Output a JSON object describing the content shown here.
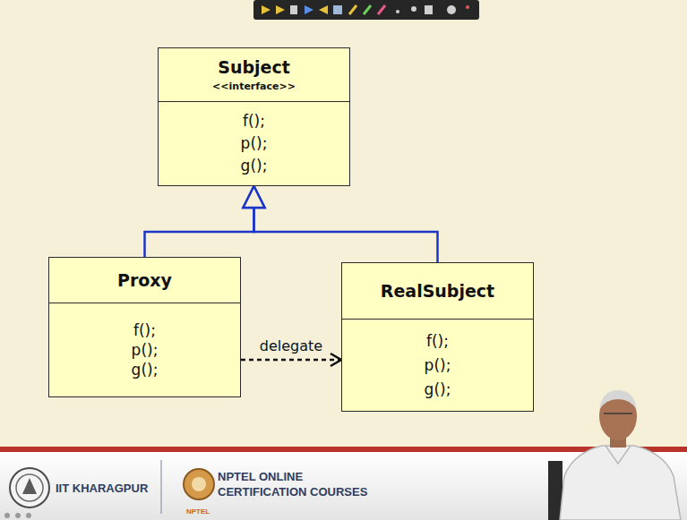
{
  "diagram": {
    "nodes": [
      {
        "text": [
          "Subject",
          "<<interface>>",
          "f(); p(); g();"
        ]
      },
      {
        "text": [
          "Proxy",
          "f(); p(); g();"
        ]
      },
      {
        "text": [
          "RealSubject",
          "f(); p(); g();"
        ]
      }
    ],
    "edges": [
      {
        "from": 1,
        "to": 0,
        "arrow": "to"
      },
      {
        "from": 2,
        "to": 0,
        "arrow": "to"
      },
      {
        "from": 1,
        "to": 2,
        "arrow": "to",
        "label": "delegate"
      }
    ],
    "labels": [
      "IIT KHARAGPUR",
      "NPTEL ONLINE",
      "CERTIFICATION COURSES",
      "NPTEL"
    ]
  }
}
